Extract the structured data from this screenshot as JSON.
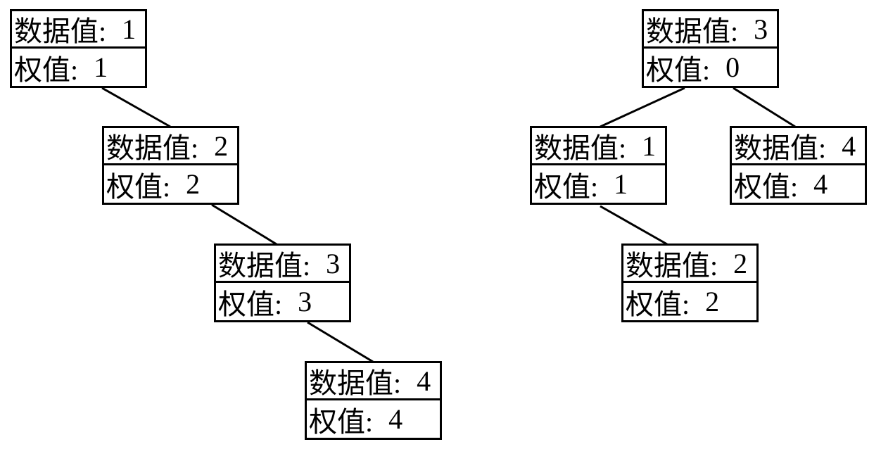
{
  "colors": {
    "background": "#ffffff",
    "node_border": "#000000",
    "edge_line": "#000000",
    "text": "#000000"
  },
  "trees": [
    {
      "name": "degenerate-right-chain-tree",
      "nodes": [
        {
          "data_label": "数据值:",
          "data_value": "1",
          "weight_label": "权值:",
          "weight_value": "1"
        },
        {
          "data_label": "数据值:",
          "data_value": "2",
          "weight_label": "权值:",
          "weight_value": "2"
        },
        {
          "data_label": "数据值:",
          "data_value": "3",
          "weight_label": "权值:",
          "weight_value": "3"
        },
        {
          "data_label": "数据值:",
          "data_value": "4",
          "weight_label": "权值:",
          "weight_value": "4"
        }
      ],
      "edges": [
        {
          "from": 0,
          "to": 1,
          "side": "right-child"
        },
        {
          "from": 1,
          "to": 2,
          "side": "right-child"
        },
        {
          "from": 2,
          "to": 3,
          "side": "right-child"
        }
      ]
    },
    {
      "name": "balanced-tree",
      "nodes": [
        {
          "data_label": "数据值:",
          "data_value": "3",
          "weight_label": "权值:",
          "weight_value": "0"
        },
        {
          "data_label": "数据值:",
          "data_value": "1",
          "weight_label": "权值:",
          "weight_value": "1"
        },
        {
          "data_label": "数据值:",
          "data_value": "4",
          "weight_label": "权值:",
          "weight_value": "4"
        },
        {
          "data_label": "数据值:",
          "data_value": "2",
          "weight_label": "权值:",
          "weight_value": "2"
        }
      ],
      "edges": [
        {
          "from": 0,
          "to": 1,
          "side": "left-child"
        },
        {
          "from": 0,
          "to": 2,
          "side": "right-child"
        },
        {
          "from": 1,
          "to": 3,
          "side": "right-child"
        }
      ]
    }
  ]
}
